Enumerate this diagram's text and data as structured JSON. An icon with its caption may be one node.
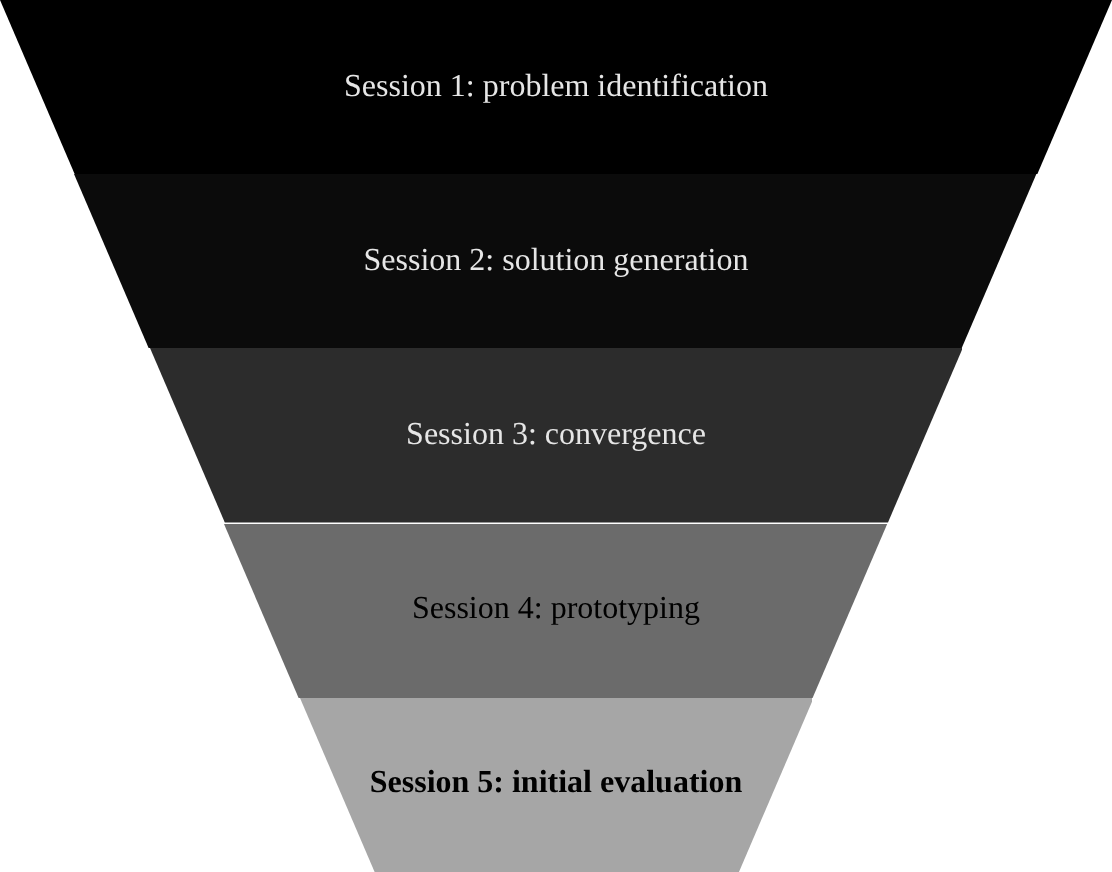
{
  "diagram": {
    "nodes": [
      {
        "text": [
          "Session 1: problem identification"
        ]
      },
      {
        "text": [
          "Session 2: solution generation"
        ]
      },
      {
        "text": [
          "Session 3: convergence"
        ]
      },
      {
        "text": [
          "Session 4: prototyping"
        ]
      },
      {
        "text": [
          "Session 5: initial evaluation"
        ]
      }
    ]
  }
}
